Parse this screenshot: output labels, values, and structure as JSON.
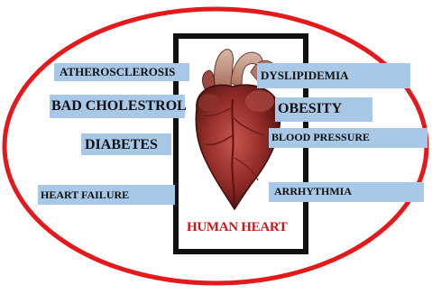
{
  "title": "HUMAN HEART",
  "colors": {
    "ellipse": "#e3191c",
    "frame": "#111111",
    "label_bg": "#a8c8e8",
    "title": "#d1141b"
  },
  "left_labels": {
    "atherosclerosis": "ATHEROSCLEROSIS",
    "bad_cholestrol": "BAD CHOLESTROL",
    "diabetes": "DIABETES",
    "heart_failure": "HEART FAILURE"
  },
  "right_labels": {
    "dyslipidemia": "DYSLIPIDEMIA",
    "obesity": "OBESITY",
    "blood_pressure": "BLOOD PRESSURE",
    "arrhythmia": "ARRHYTHMIA"
  },
  "illustration": "anatomical-heart-image"
}
